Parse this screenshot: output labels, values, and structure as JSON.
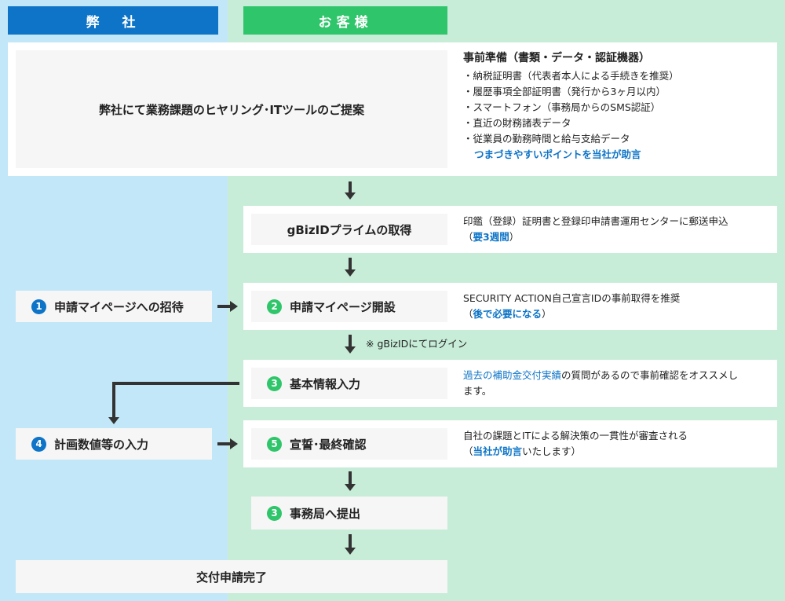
{
  "columns": {
    "left_header": "弊　社",
    "right_header": "お客様"
  },
  "step_proposal": {
    "label": "弊社にて業務課題のヒヤリング･ITツールのご提案",
    "prep_title": "事前準備（書類・データ・認証機器）",
    "prep_items": [
      "納税証明書（代表者本人による手続きを推奨）",
      "履歴事項全部証明書（発行から3ヶ月以内）",
      "スマートフォン（事務局からのSMS認証）",
      "直近の財務諸表データ",
      "従業員の勤務時間と給与支給データ"
    ],
    "prep_tip": "つまづきやすいポイントを当社が助言"
  },
  "step_gbiz": {
    "label": "gBizIDプライムの取得",
    "note_line1": "印鑑（登録）証明書と登録印申請書運用センターに郵送申込",
    "note_pre": "（",
    "note_hl": "要3週間",
    "note_post": "）"
  },
  "step_invite": {
    "number": "1",
    "label": "申請マイページへの招待"
  },
  "step_mypage": {
    "number": "2",
    "label": "申請マイページ開設",
    "note_line1": "SECURITY ACTION自己宣言IDの事前取得を推奨",
    "note_pre": "（",
    "note_hl": "後で必要になる",
    "note_post": "）"
  },
  "login_note": "※ gBizIDにてログイン",
  "step_basic": {
    "number": "3",
    "label": "基本情報入力",
    "note_hl": "過去の補助金交付実績",
    "note_rest_line1": "の質問があるので事前確認をオススメし",
    "note_line2": "ます。"
  },
  "step_plan": {
    "number": "4",
    "label": "計画数値等の入力"
  },
  "step_confirm": {
    "number": "5",
    "label": "宣誓･最終確認",
    "note_line1": "自社の課題とITによる解決策の一貫性が審査される",
    "note_pre": "（",
    "note_hl": "当社が助言",
    "note_post": "いたします）"
  },
  "step_submit": {
    "number": "3",
    "label": "事務局へ提出"
  },
  "step_complete": {
    "label": "交付申請完了"
  },
  "colors": {
    "left_bg": "#c2e7f8",
    "right_bg": "#c7edd8",
    "left_header": "#0d74c7",
    "right_header": "#2fc56a",
    "highlight": "#0d74c7"
  }
}
